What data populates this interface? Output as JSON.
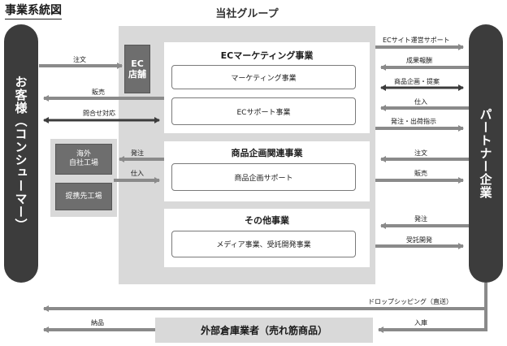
{
  "heading": "事業系統図",
  "group_title": "当社グループ",
  "customers_label": "お客様（コンシューマー）",
  "partners_label": "パートナー企業",
  "ec_store_label": "EC店舗",
  "sections": {
    "ec_marketing": {
      "title": "ECマーケティング事業",
      "items": [
        "マーケティング事業",
        "ECサポート事業"
      ]
    },
    "product_planning": {
      "title": "商品企画関連事業",
      "items": [
        "商品企画サポート"
      ]
    },
    "other": {
      "title": "その他事業",
      "items": [
        "メディア事業、受託開発事業"
      ]
    }
  },
  "factories": [
    "海外\n自社工場",
    "提携先工場"
  ],
  "warehouse_label": "外部倉庫業者（売れ筋商品）",
  "flow_labels": {
    "order_in": "注文",
    "sales_out": "販売",
    "inquiry": "問合せ対応",
    "factory_order": "発注",
    "factory_supply": "仕入",
    "ec_site_ops": "ECサイト運営サポート",
    "result_reward": "成果報酬",
    "product_planning_proposal": "商品企画・提案",
    "supply_partner": "仕入",
    "order_shipping_instruction": "発注・出荷指示",
    "partner_order": "注文",
    "partner_sales": "販売",
    "partner_order2": "発注",
    "contract_dev": "受託開発",
    "drop_shipping": "ドロップシッピング（直送）",
    "delivery": "納品",
    "warehousing": "入庫"
  },
  "colors": {
    "dark": "#3c3c3c",
    "gray_bg": "#d9d9d9",
    "arrow_gray": "#8a8a8a",
    "box_gray": "#6e6e6e"
  }
}
